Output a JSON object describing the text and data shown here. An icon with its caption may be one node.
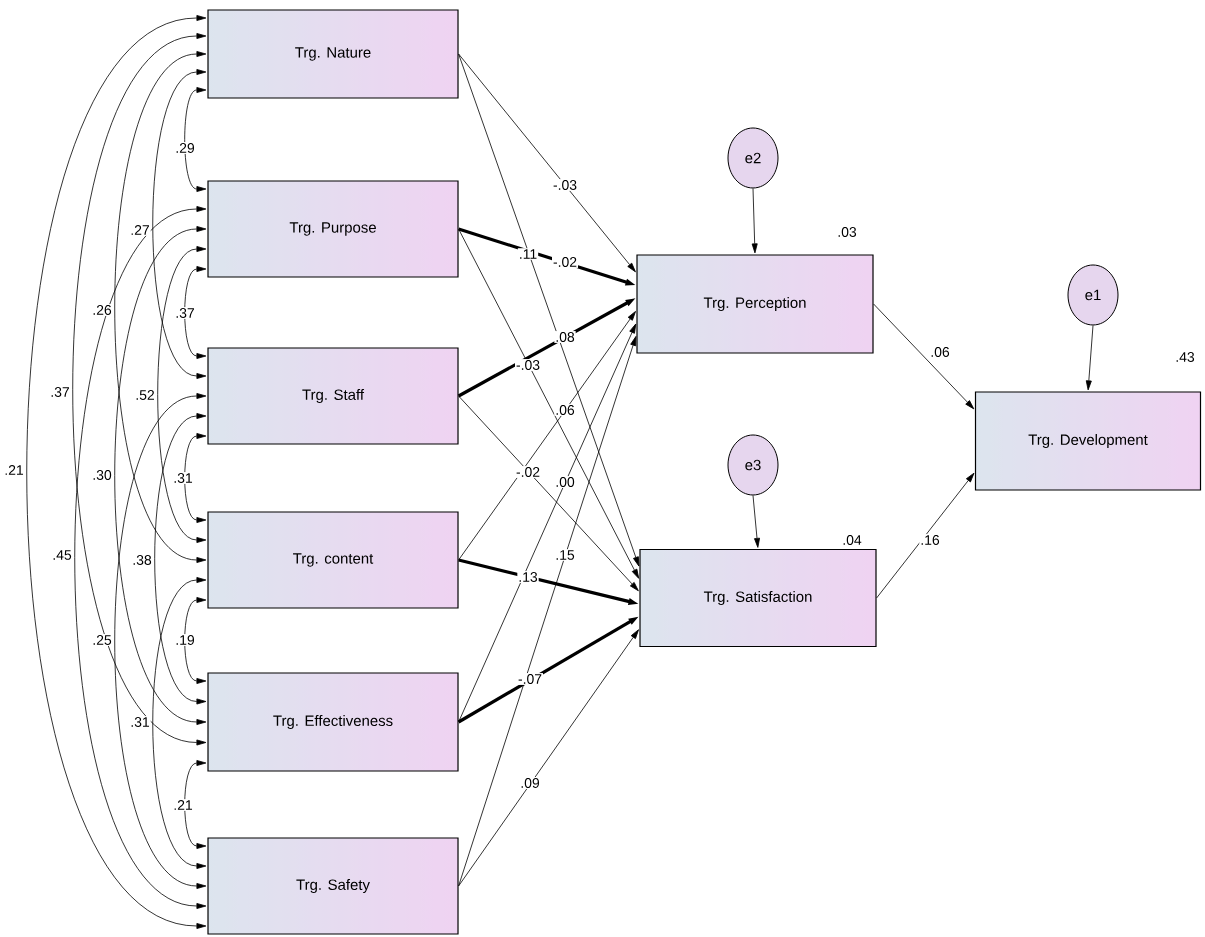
{
  "diagram": {
    "nodes": [
      {
        "text": [
          "Trg. Nature"
        ]
      },
      {
        "text": [
          "Trg. Purpose"
        ]
      },
      {
        "text": [
          "Trg. Staff"
        ]
      },
      {
        "text": [
          "Trg. content"
        ]
      },
      {
        "text": [
          "Trg. Effectiveness"
        ]
      },
      {
        "text": [
          "Trg. Safety"
        ]
      },
      {
        "text": [
          "e2"
        ]
      },
      {
        "text": [
          "Trg. Perception"
        ],
        "beside": [
          ".03"
        ]
      },
      {
        "text": [
          "e3"
        ]
      },
      {
        "text": [
          "Trg. Satisfaction"
        ],
        "beside": [
          ".04"
        ]
      },
      {
        "text": [
          "e1"
        ]
      },
      {
        "text": [
          "Trg. Development"
        ],
        "beside": [
          ".43"
        ]
      }
    ],
    "edges": [
      {
        "from": 0,
        "to": 1,
        "arrow": "both",
        "label": ".29"
      },
      {
        "from": 0,
        "to": 2,
        "arrow": "both",
        "label": ".27"
      },
      {
        "from": 0,
        "to": 3,
        "arrow": "both",
        "label": ".26"
      },
      {
        "from": 0,
        "to": 4,
        "arrow": "both",
        "label": ".37"
      },
      {
        "from": 0,
        "to": 5,
        "arrow": "both",
        "label": ".21"
      },
      {
        "from": 1,
        "to": 2,
        "arrow": "both",
        "label": ".37"
      },
      {
        "from": 1,
        "to": 3,
        "arrow": "both",
        "label": ".52"
      },
      {
        "from": 1,
        "to": 4,
        "arrow": "both",
        "label": ".30"
      },
      {
        "from": 1,
        "to": 5,
        "arrow": "both",
        "label": ".45"
      },
      {
        "from": 2,
        "to": 3,
        "arrow": "both",
        "label": ".31"
      },
      {
        "from": 2,
        "to": 4,
        "arrow": "both",
        "label": ".38"
      },
      {
        "from": 2,
        "to": 5,
        "arrow": "both",
        "label": ".25"
      },
      {
        "from": 3,
        "to": 4,
        "arrow": "both",
        "label": ".19"
      },
      {
        "from": 3,
        "to": 5,
        "arrow": "both",
        "label": ".31"
      },
      {
        "from": 4,
        "to": 5,
        "arrow": "both",
        "label": ".21"
      },
      {
        "from": 0,
        "to": 7,
        "arrow": "to",
        "label": "-.03"
      },
      {
        "from": 0,
        "to": 9,
        "arrow": "to",
        "label": ".11"
      },
      {
        "from": 1,
        "to": 7,
        "arrow": "to",
        "label": "-.02",
        "style": "thick"
      },
      {
        "from": 1,
        "to": 9,
        "arrow": "to",
        "label": "-.03"
      },
      {
        "from": 2,
        "to": 7,
        "arrow": "to",
        "label": ".08",
        "style": "thick"
      },
      {
        "from": 2,
        "to": 9,
        "arrow": "to",
        "label": "-.02"
      },
      {
        "from": 3,
        "to": 7,
        "arrow": "to",
        "label": ".06"
      },
      {
        "from": 3,
        "to": 9,
        "arrow": "to",
        "label": ".13",
        "style": "thick"
      },
      {
        "from": 4,
        "to": 7,
        "arrow": "to",
        "label": ".00"
      },
      {
        "from": 4,
        "to": 9,
        "arrow": "to",
        "label": "-.07",
        "style": "thick"
      },
      {
        "from": 5,
        "to": 7,
        "arrow": "to",
        "label": ".15"
      },
      {
        "from": 5,
        "to": 9,
        "arrow": "to",
        "label": ".09"
      },
      {
        "from": 7,
        "to": 11,
        "arrow": "to",
        "label": ".06"
      },
      {
        "from": 9,
        "to": 11,
        "arrow": "to",
        "label": ".16"
      },
      {
        "from": 6,
        "to": 7,
        "arrow": "to"
      },
      {
        "from": 8,
        "to": 9,
        "arrow": "to"
      },
      {
        "from": 10,
        "to": 11,
        "arrow": "to"
      }
    ]
  }
}
